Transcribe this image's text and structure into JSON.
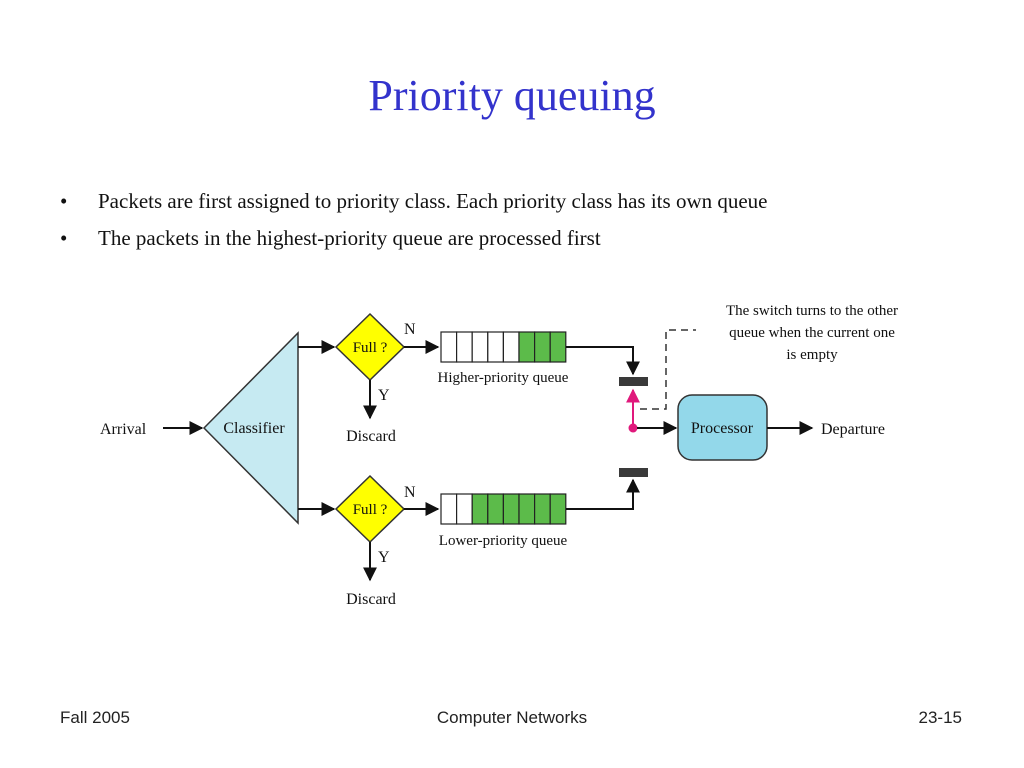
{
  "slide": {
    "title": "Priority queuing",
    "bullets": [
      "Packets are first assigned to priority class. Each priority class has its own queue",
      "The packets in the highest-priority queue are processed first"
    ],
    "bullet_marker": "•"
  },
  "diagram": {
    "arrival": "Arrival",
    "classifier": "Classifier",
    "full_q": "Full ?",
    "yes": "Y",
    "no": "N",
    "discard": "Discard",
    "higher_queue_label": "Higher-priority queue",
    "lower_queue_label": "Lower-priority queue",
    "processor": "Processor",
    "departure": "Departure",
    "note_lines": [
      "The switch turns to the other",
      "queue when the current one",
      "is empty"
    ],
    "higher_queue_filled": 3,
    "higher_queue_slots": 8,
    "lower_queue_filled": 6,
    "lower_queue_slots": 8,
    "colors": {
      "classifier_fill": "#c6eaf2",
      "diamond_fill": "#ffff00",
      "packet_fill": "#5cbb4a",
      "processor_fill": "#93d8ea",
      "switch_arrow": "#e0197c",
      "switch_bar": "#3a3a3a",
      "title": "#3333cc"
    }
  },
  "footer": {
    "left": "Fall 2005",
    "center": "Computer Networks",
    "right": "23-15"
  }
}
